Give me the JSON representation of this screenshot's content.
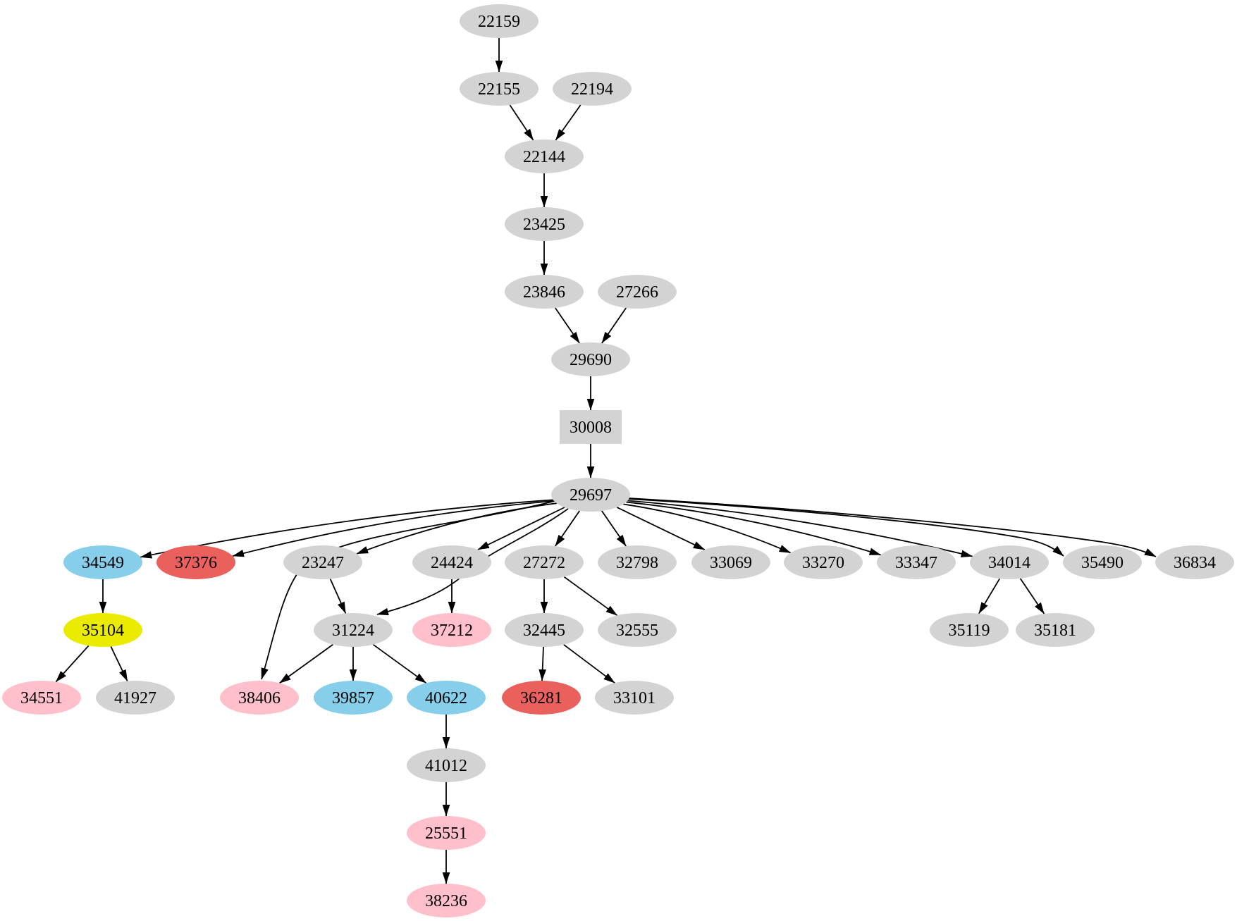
{
  "palette": {
    "gray": "#d3d3d3",
    "blue": "#87ceeb",
    "red": "#e9605d",
    "yellow": "#ebeb00",
    "pink": "#ffc0cb",
    "edge": "#000000",
    "text": "#000000",
    "background": "#ffffff"
  },
  "graph": {
    "nodes": [
      {
        "id": "22159",
        "label": "22159",
        "color": "gray",
        "shape": "ellipse"
      },
      {
        "id": "22155",
        "label": "22155",
        "color": "gray",
        "shape": "ellipse"
      },
      {
        "id": "22194",
        "label": "22194",
        "color": "gray",
        "shape": "ellipse"
      },
      {
        "id": "22144",
        "label": "22144",
        "color": "gray",
        "shape": "ellipse"
      },
      {
        "id": "23425",
        "label": "23425",
        "color": "gray",
        "shape": "ellipse"
      },
      {
        "id": "23846",
        "label": "23846",
        "color": "gray",
        "shape": "ellipse"
      },
      {
        "id": "27266",
        "label": "27266",
        "color": "gray",
        "shape": "ellipse"
      },
      {
        "id": "29690",
        "label": "29690",
        "color": "gray",
        "shape": "ellipse"
      },
      {
        "id": "30008",
        "label": "30008",
        "color": "gray",
        "shape": "box"
      },
      {
        "id": "29697",
        "label": "29697",
        "color": "gray",
        "shape": "ellipse"
      },
      {
        "id": "34549",
        "label": "34549",
        "color": "blue",
        "shape": "ellipse"
      },
      {
        "id": "37376",
        "label": "37376",
        "color": "red",
        "shape": "ellipse"
      },
      {
        "id": "23247",
        "label": "23247",
        "color": "gray",
        "shape": "ellipse"
      },
      {
        "id": "24424",
        "label": "24424",
        "color": "gray",
        "shape": "ellipse"
      },
      {
        "id": "27272",
        "label": "27272",
        "color": "gray",
        "shape": "ellipse"
      },
      {
        "id": "32798",
        "label": "32798",
        "color": "gray",
        "shape": "ellipse"
      },
      {
        "id": "33069",
        "label": "33069",
        "color": "gray",
        "shape": "ellipse"
      },
      {
        "id": "33270",
        "label": "33270",
        "color": "gray",
        "shape": "ellipse"
      },
      {
        "id": "33347",
        "label": "33347",
        "color": "gray",
        "shape": "ellipse"
      },
      {
        "id": "34014",
        "label": "34014",
        "color": "gray",
        "shape": "ellipse"
      },
      {
        "id": "35490",
        "label": "35490",
        "color": "gray",
        "shape": "ellipse"
      },
      {
        "id": "36834",
        "label": "36834",
        "color": "gray",
        "shape": "ellipse"
      },
      {
        "id": "35104",
        "label": "35104",
        "color": "yellow",
        "shape": "ellipse"
      },
      {
        "id": "31224",
        "label": "31224",
        "color": "gray",
        "shape": "ellipse"
      },
      {
        "id": "37212",
        "label": "37212",
        "color": "pink",
        "shape": "ellipse"
      },
      {
        "id": "32445",
        "label": "32445",
        "color": "gray",
        "shape": "ellipse"
      },
      {
        "id": "32555",
        "label": "32555",
        "color": "gray",
        "shape": "ellipse"
      },
      {
        "id": "35119",
        "label": "35119",
        "color": "gray",
        "shape": "ellipse"
      },
      {
        "id": "35181",
        "label": "35181",
        "color": "gray",
        "shape": "ellipse"
      },
      {
        "id": "34551",
        "label": "34551",
        "color": "pink",
        "shape": "ellipse"
      },
      {
        "id": "41927",
        "label": "41927",
        "color": "gray",
        "shape": "ellipse"
      },
      {
        "id": "38406",
        "label": "38406",
        "color": "pink",
        "shape": "ellipse"
      },
      {
        "id": "39857",
        "label": "39857",
        "color": "blue",
        "shape": "ellipse"
      },
      {
        "id": "40622",
        "label": "40622",
        "color": "blue",
        "shape": "ellipse"
      },
      {
        "id": "36281",
        "label": "36281",
        "color": "red",
        "shape": "ellipse"
      },
      {
        "id": "33101",
        "label": "33101",
        "color": "gray",
        "shape": "ellipse"
      },
      {
        "id": "41012",
        "label": "41012",
        "color": "gray",
        "shape": "ellipse"
      },
      {
        "id": "25551",
        "label": "25551",
        "color": "pink",
        "shape": "ellipse"
      },
      {
        "id": "38236",
        "label": "38236",
        "color": "pink",
        "shape": "ellipse"
      }
    ],
    "edges": [
      {
        "from": "22159",
        "to": "22155"
      },
      {
        "from": "22155",
        "to": "22144"
      },
      {
        "from": "22194",
        "to": "22144"
      },
      {
        "from": "22144",
        "to": "23425"
      },
      {
        "from": "23425",
        "to": "23846"
      },
      {
        "from": "23846",
        "to": "29690"
      },
      {
        "from": "27266",
        "to": "29690"
      },
      {
        "from": "29690",
        "to": "30008"
      },
      {
        "from": "30008",
        "to": "29697"
      },
      {
        "from": "29697",
        "to": "34549"
      },
      {
        "from": "29697",
        "to": "37376"
      },
      {
        "from": "29697",
        "to": "23247"
      },
      {
        "from": "29697",
        "to": "24424"
      },
      {
        "from": "29697",
        "to": "27272"
      },
      {
        "from": "29697",
        "to": "32798"
      },
      {
        "from": "29697",
        "to": "33069"
      },
      {
        "from": "29697",
        "to": "33270"
      },
      {
        "from": "29697",
        "to": "33347"
      },
      {
        "from": "29697",
        "to": "34014"
      },
      {
        "from": "29697",
        "to": "35490"
      },
      {
        "from": "29697",
        "to": "36834"
      },
      {
        "from": "29697",
        "to": "31224"
      },
      {
        "from": "29697",
        "to": "38406"
      },
      {
        "from": "34549",
        "to": "35104"
      },
      {
        "from": "35104",
        "to": "34551"
      },
      {
        "from": "35104",
        "to": "41927"
      },
      {
        "from": "23247",
        "to": "31224"
      },
      {
        "from": "31224",
        "to": "38406"
      },
      {
        "from": "31224",
        "to": "39857"
      },
      {
        "from": "31224",
        "to": "40622"
      },
      {
        "from": "24424",
        "to": "37212"
      },
      {
        "from": "27272",
        "to": "32445"
      },
      {
        "from": "27272",
        "to": "32555"
      },
      {
        "from": "32445",
        "to": "36281"
      },
      {
        "from": "32445",
        "to": "33101"
      },
      {
        "from": "34014",
        "to": "35119"
      },
      {
        "from": "34014",
        "to": "35181"
      },
      {
        "from": "40622",
        "to": "41012"
      },
      {
        "from": "41012",
        "to": "25551"
      },
      {
        "from": "25551",
        "to": "38236"
      }
    ]
  }
}
